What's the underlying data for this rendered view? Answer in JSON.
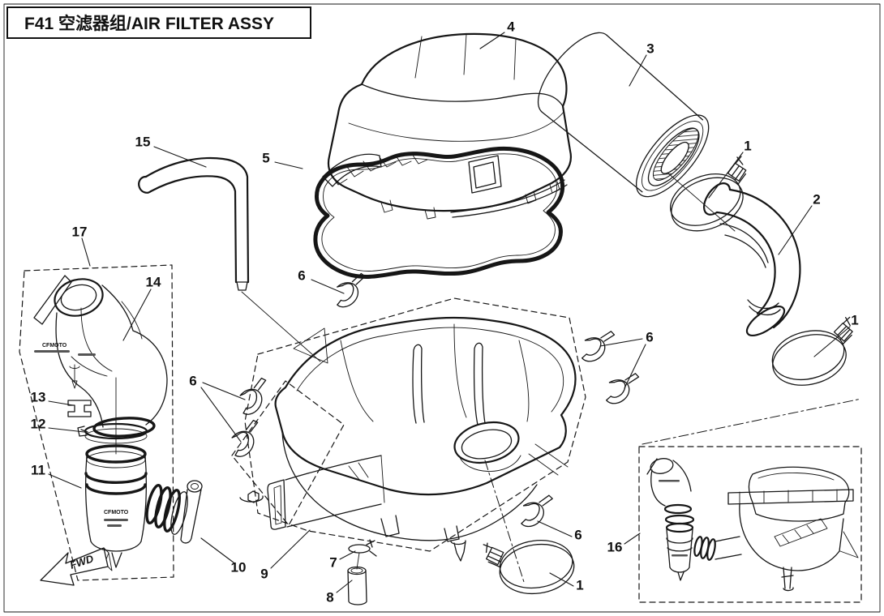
{
  "page": {
    "title": "F41 空滤器组/AIR FILTER ASSY"
  },
  "branding": {
    "brand": "CFMOTO",
    "fwd_label": "FWD"
  },
  "callouts": [
    {
      "label": "4"
    },
    {
      "label": "3"
    },
    {
      "label": "1"
    },
    {
      "label": "2"
    },
    {
      "label": "5"
    },
    {
      "label": "15"
    },
    {
      "label": "17"
    },
    {
      "label": "14"
    },
    {
      "label": "6"
    },
    {
      "label": "6"
    },
    {
      "label": "6"
    },
    {
      "label": "1"
    },
    {
      "label": "13"
    },
    {
      "label": "12"
    },
    {
      "label": "11"
    },
    {
      "label": "10"
    },
    {
      "label": "9"
    },
    {
      "label": "7"
    },
    {
      "label": "8"
    },
    {
      "label": "6"
    },
    {
      "label": "1"
    },
    {
      "label": "16"
    }
  ]
}
